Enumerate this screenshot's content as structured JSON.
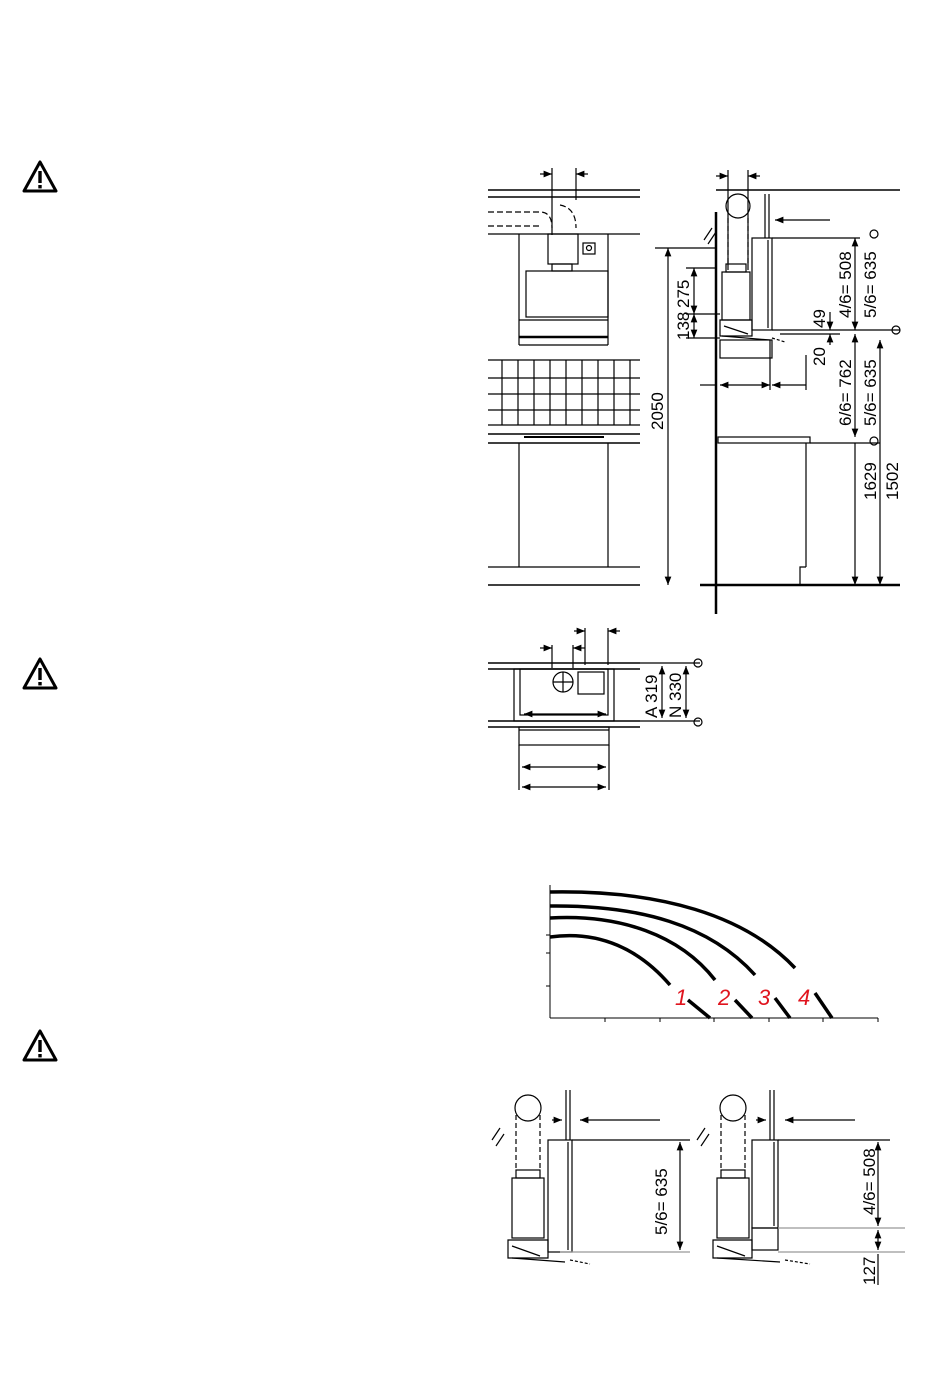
{
  "warnings": [
    {
      "icon": "warning-triangle-icon"
    },
    {
      "icon": "warning-triangle-icon"
    },
    {
      "icon": "warning-triangle-icon"
    }
  ],
  "side_view": {
    "dims": {
      "d138": "138",
      "d275": "275",
      "d2050": "2050",
      "d49": "49",
      "d20": "20",
      "d_46_508": "4/6= 508",
      "d_56_635_top": "5/6= 635",
      "d_66_762": "6/6= 762",
      "d_56_635_mid": "5/6= 635",
      "d1629": "1629",
      "d1502": "1502"
    }
  },
  "top_view": {
    "dims": {
      "a319": "A 319",
      "n330": "N 330"
    }
  },
  "curves": {
    "labels": [
      "1",
      "2",
      "3",
      "4"
    ],
    "label_color": "#e0141e"
  },
  "detail": {
    "left": {
      "d_56_635": "5/6= 635"
    },
    "right": {
      "d_46_508": "4/6= 508",
      "d127": "127"
    }
  }
}
